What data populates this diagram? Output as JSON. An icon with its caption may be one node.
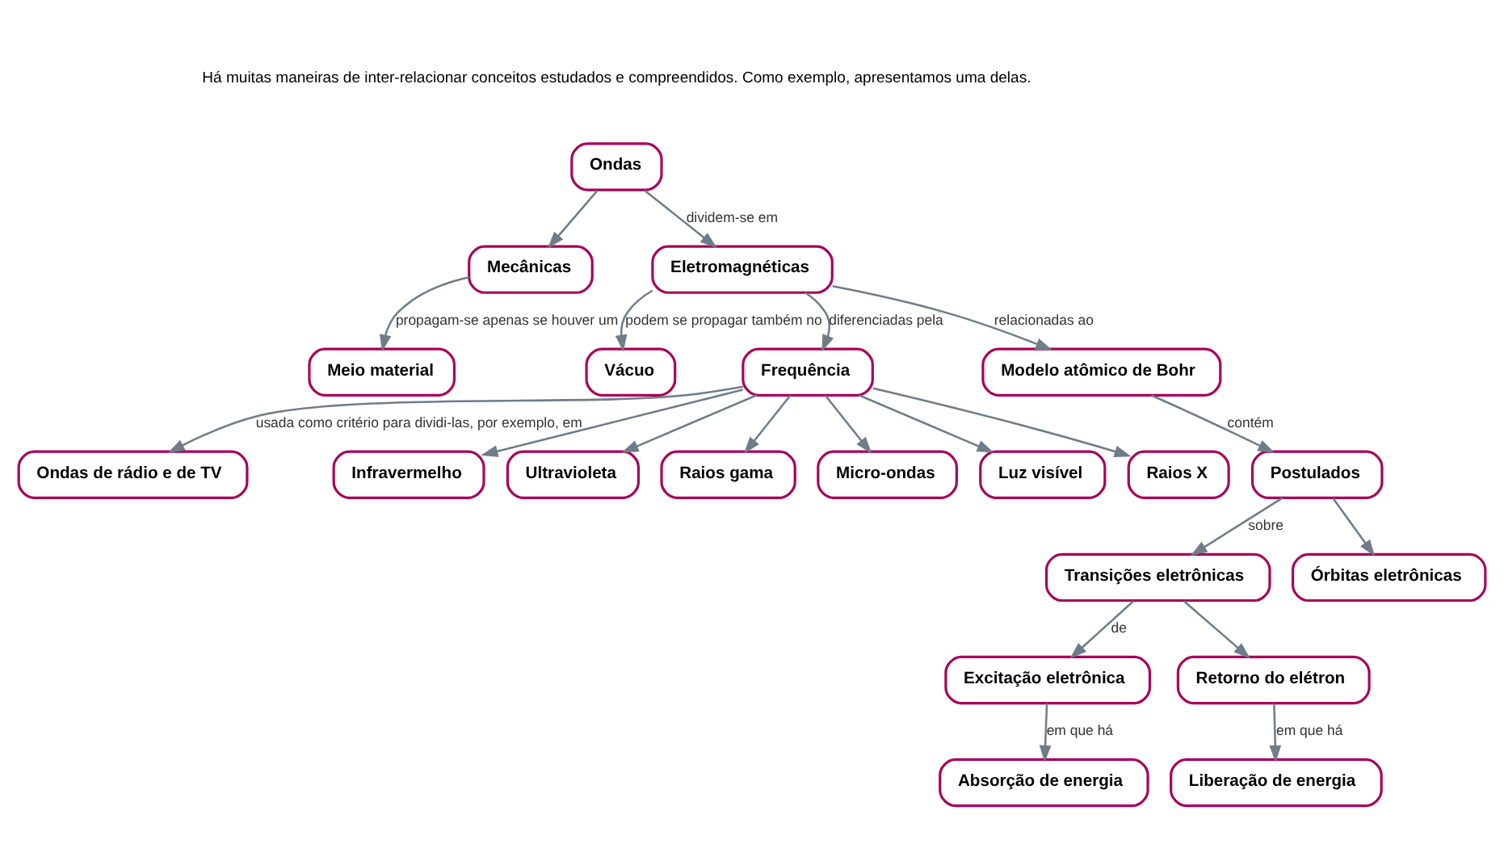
{
  "diagram": {
    "nodes": [
      {
        "text": [
          "Ondas"
        ]
      },
      {
        "text": [
          "Mecânicas"
        ]
      },
      {
        "text": [
          "Eletromagnéticas"
        ]
      },
      {
        "text": [
          "Meio material"
        ]
      },
      {
        "text": [
          "Vácuo"
        ]
      },
      {
        "text": [
          "Frequência"
        ]
      },
      {
        "text": [
          "Modelo atômico de Bohr"
        ]
      },
      {
        "text": [
          "Ondas de rádio e de TV"
        ]
      },
      {
        "text": [
          "Infravermelho"
        ]
      },
      {
        "text": [
          "Ultravioleta"
        ]
      },
      {
        "text": [
          "Raios gama"
        ]
      },
      {
        "text": [
          "Micro-ondas"
        ]
      },
      {
        "text": [
          "Luz visível"
        ]
      },
      {
        "text": [
          "Raios X"
        ]
      },
      {
        "text": [
          "Postulados"
        ]
      },
      {
        "text": [
          "Transições eletrônicas"
        ]
      },
      {
        "text": [
          "Órbitas eletrônicas"
        ]
      },
      {
        "text": [
          "Excitação eletrônica"
        ]
      },
      {
        "text": [
          "Retorno do elétron"
        ]
      },
      {
        "text": [
          "Absorção de energia"
        ]
      },
      {
        "text": [
          "Liberação de energia"
        ]
      }
    ],
    "edges": [
      {
        "from": 0,
        "to": 1,
        "arrow": "to"
      },
      {
        "from": 0,
        "to": 2,
        "arrow": "to",
        "label": "dividem-se em"
      },
      {
        "from": 1,
        "to": 3,
        "arrow": "to",
        "label": "propagam-se apenas se houver um"
      },
      {
        "from": 2,
        "to": 4,
        "arrow": "to",
        "label": "podem se propagar também no"
      },
      {
        "from": 2,
        "to": 5,
        "arrow": "to",
        "label": "diferenciadas pela"
      },
      {
        "from": 2,
        "to": 6,
        "arrow": "to",
        "label": "relacionadas ao"
      },
      {
        "from": 5,
        "to": 7,
        "arrow": "to",
        "label": "usada como critério para dividi-las, por exemplo, em"
      },
      {
        "from": 5,
        "to": 11,
        "arrow": "to"
      },
      {
        "from": 5,
        "to": 8,
        "arrow": "to"
      },
      {
        "from": 5,
        "to": 12,
        "arrow": "to"
      },
      {
        "from": 5,
        "to": 9,
        "arrow": "to"
      },
      {
        "from": 5,
        "to": 13,
        "arrow": "to"
      },
      {
        "from": 5,
        "to": 10,
        "arrow": "to"
      },
      {
        "from": 6,
        "to": 14,
        "arrow": "to",
        "label": "contém"
      },
      {
        "from": 14,
        "to": 15,
        "arrow": "to",
        "label": "sobre"
      },
      {
        "from": 14,
        "to": 16,
        "arrow": "to"
      },
      {
        "from": 15,
        "to": 17,
        "arrow": "to",
        "label": "de"
      },
      {
        "from": 15,
        "to": 18,
        "arrow": "to"
      },
      {
        "from": 17,
        "to": 19,
        "arrow": "to",
        "label": "em que há"
      },
      {
        "from": 18,
        "to": 20,
        "arrow": "to",
        "label": "em que há"
      }
    ],
    "labels": [
      "Há muitas maneiras de inter-relacionar conceitos estudados e compreendidos. Como exemplo, apresentamos uma delas."
    ]
  }
}
